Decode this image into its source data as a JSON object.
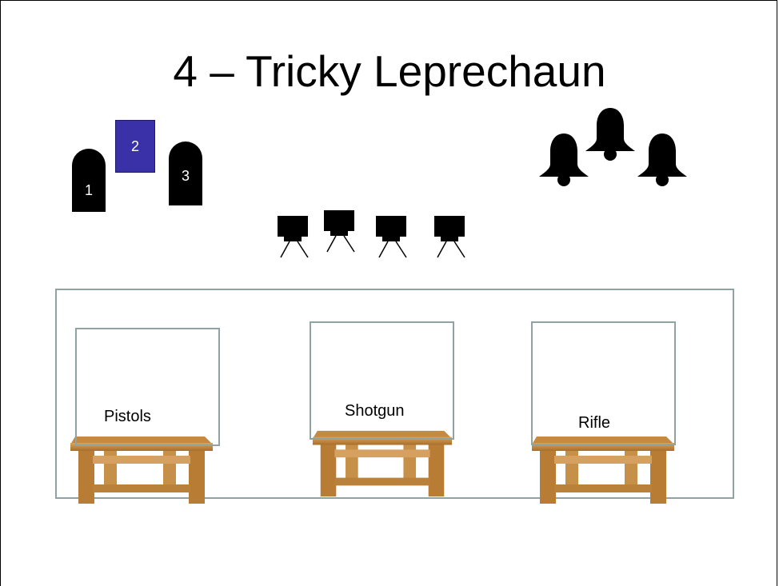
{
  "title": "4 – Tricky Leprechaun",
  "markers": [
    {
      "label": "1",
      "shape": "tombstone",
      "color": "#000000"
    },
    {
      "label": "2",
      "shape": "card",
      "color": "#3a31a8"
    },
    {
      "label": "3",
      "shape": "tombstone",
      "color": "#000000"
    }
  ],
  "bells": {
    "count": 3,
    "icon": "bell-icon",
    "color": "#000000"
  },
  "targets": {
    "count": 4,
    "icon": "steel-target-icon",
    "color": "#000000"
  },
  "stations": [
    {
      "label": "Pistols"
    },
    {
      "label": "Shotgun"
    },
    {
      "label": "Rifle"
    }
  ],
  "colors": {
    "bay_border": "#8fa3a3",
    "table_wood": "#c9923e"
  }
}
